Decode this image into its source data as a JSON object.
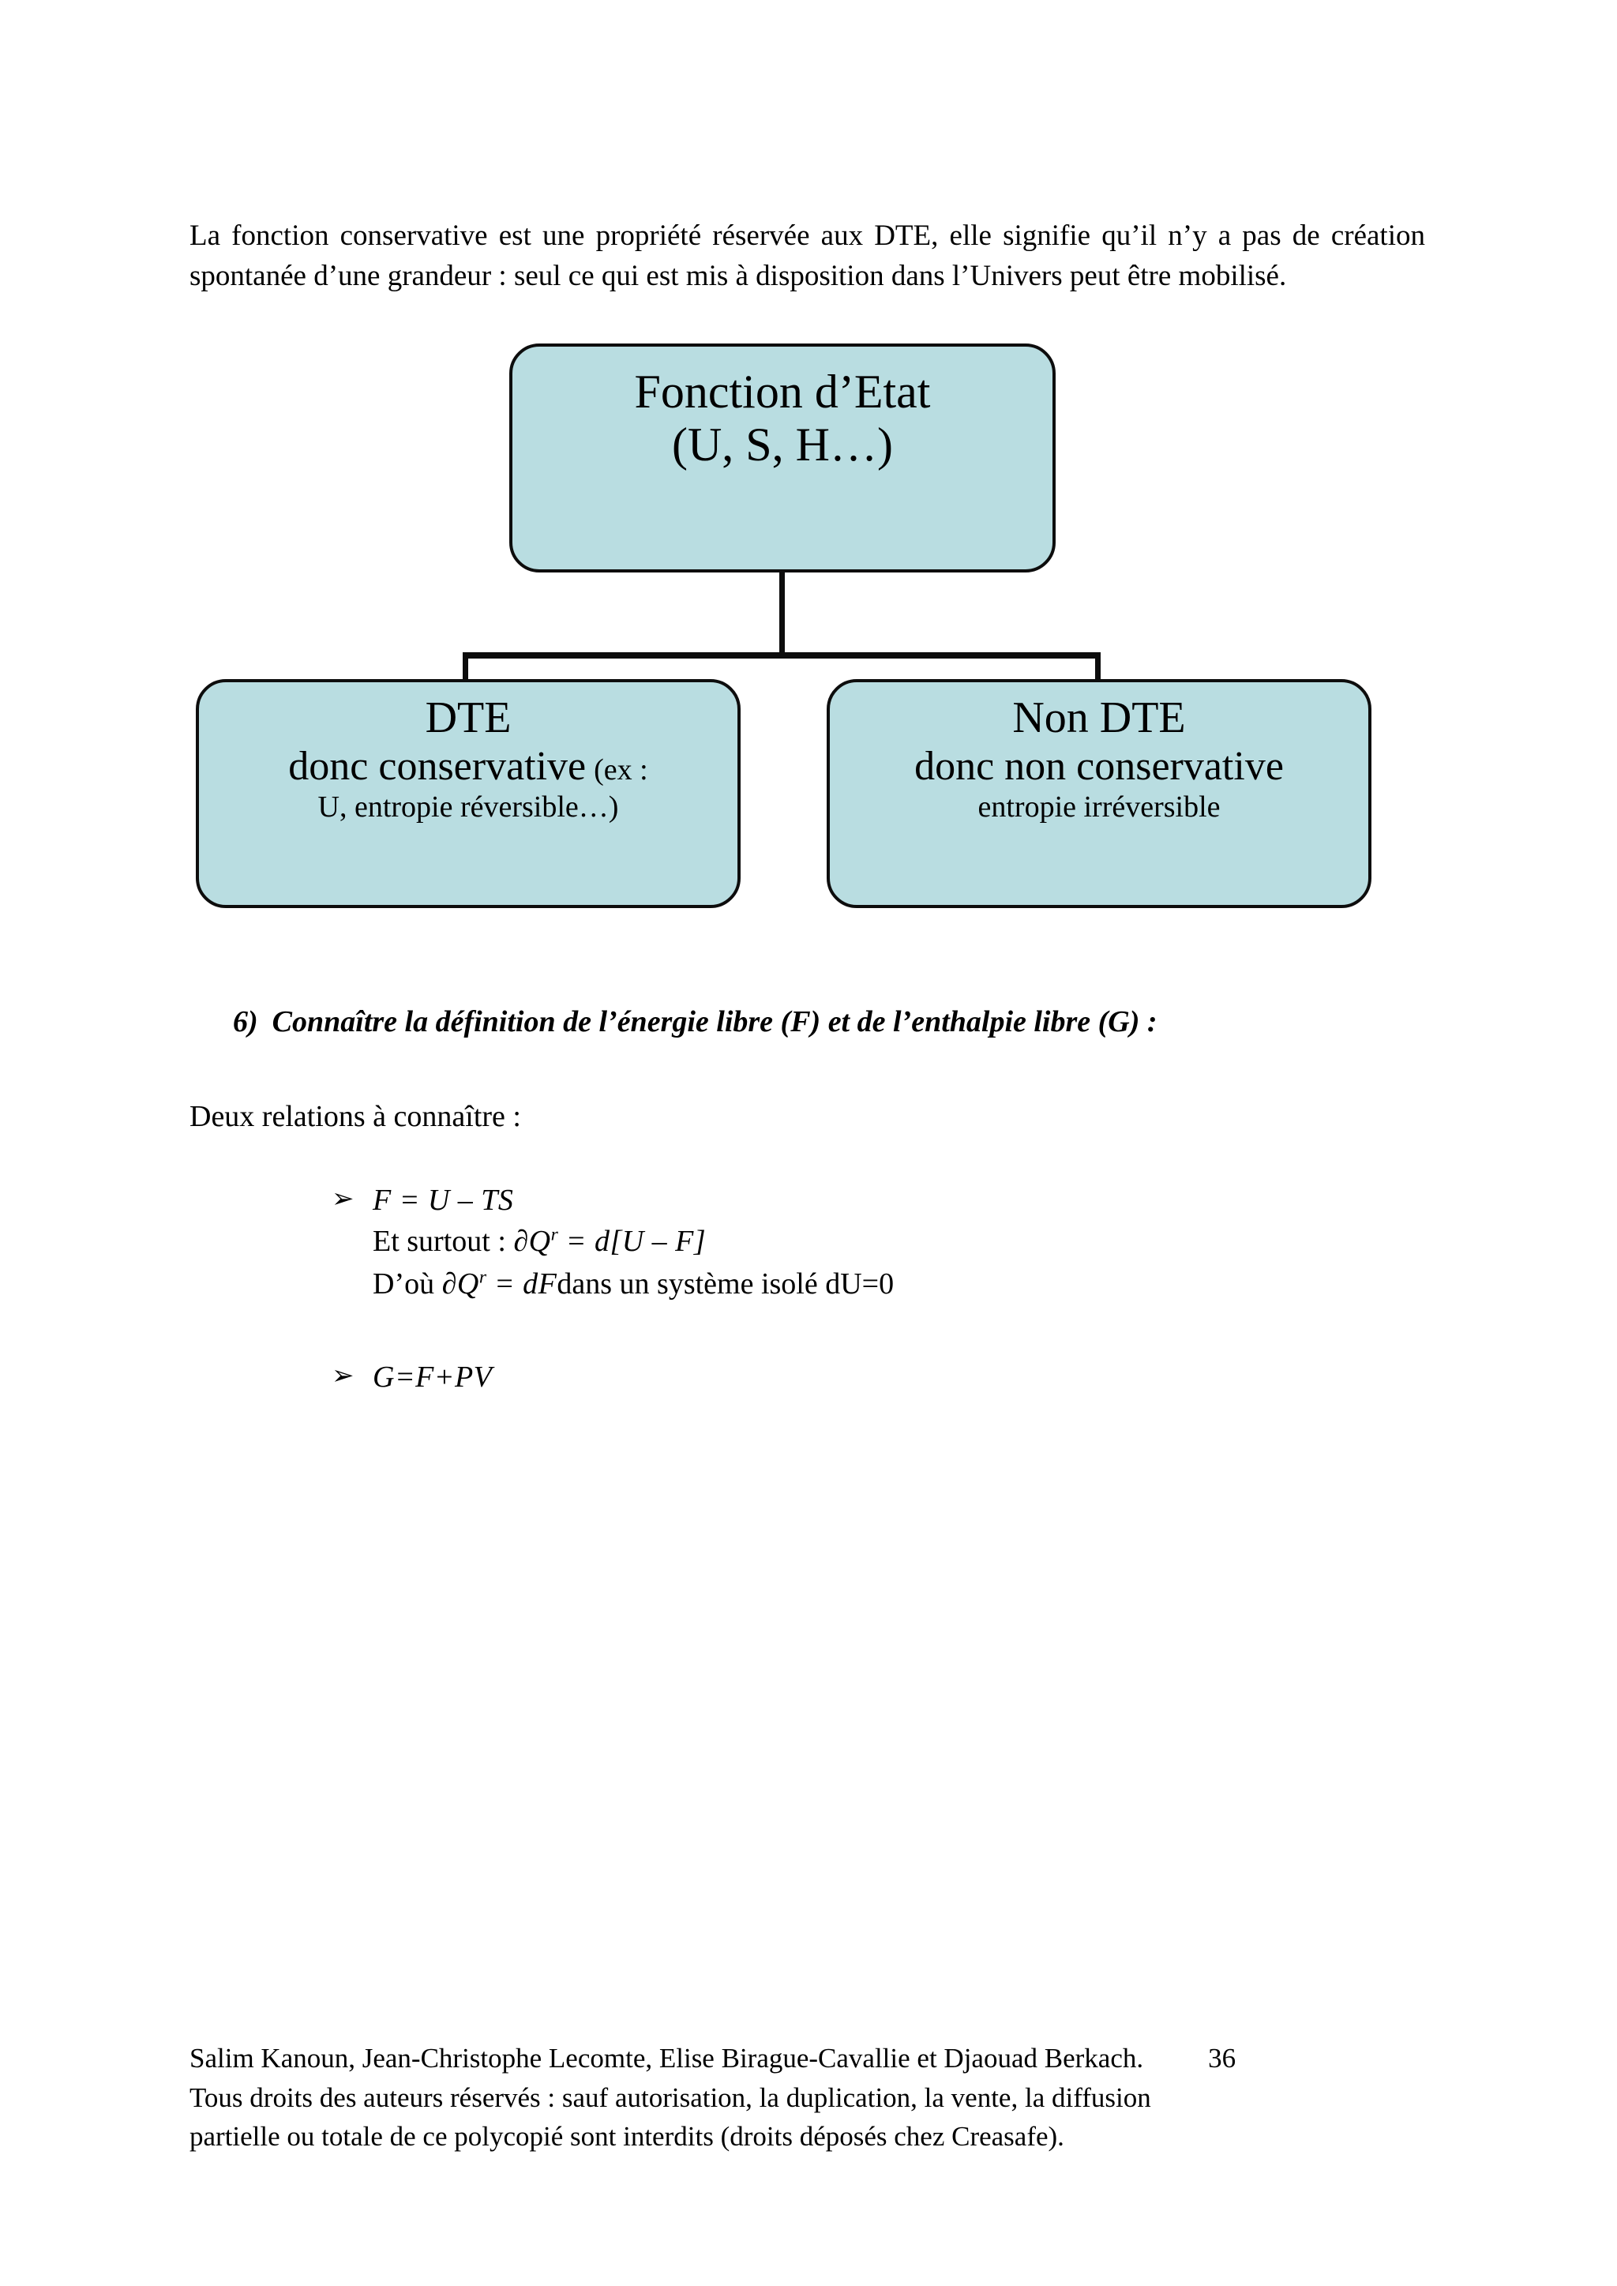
{
  "document": {
    "intro_paragraph": "La fonction conservative est une propriété réservée aux DTE, elle signifie qu’il n’y a pas de création spontanée d’une grandeur : seul ce qui est mis à disposition dans l’Univers peut être mobilisé."
  },
  "diagram": {
    "type": "tree",
    "fill_color": "#b9dde1",
    "border_color": "#0d0d0d",
    "nodes": {
      "root": {
        "line1": "Fonction d’Etat",
        "line2": "(U, S, H…)"
      },
      "left": {
        "title": "DTE",
        "subtitle": "donc conservative",
        "subtitle_note": "(ex :",
        "detail": "U, entropie réversible…)"
      },
      "right": {
        "title": "Non DTE",
        "subtitle": "donc non conservative",
        "detail": "entropie irréversible"
      }
    }
  },
  "section": {
    "number": "6)",
    "heading": "Connaître la définition de l’énergie libre (F) et de l’enthalpie libre (G) :",
    "lead": "Deux relations à connaître :",
    "bullet_glyph": "➢",
    "items": [
      {
        "formula": "F = U – TS",
        "line2_label": "Et surtout : ",
        "line2_formula_lhs": "∂Q",
        "line2_formula_sup": "r",
        "line2_formula_rhs": " = d[U – F]",
        "line3_label": "D’où ",
        "line3_formula_lhs": "∂Q",
        "line3_formula_sup": "r",
        "line3_formula_rhs": " = dF",
        "line3_tail": "dans un système isolé dU=0"
      },
      {
        "formula": "G=F+PV"
      }
    ]
  },
  "footer": {
    "authors": "Salim Kanoun, Jean-Christophe Lecomte, Elise Birague-Cavallie et Djaouad Berkach.",
    "page_number": "36",
    "rights_line1": "Tous droits des auteurs réservés : sauf autorisation, la duplication, la vente, la diffusion",
    "rights_line2": "partielle ou totale de ce polycopié sont interdits (droits déposés chez Creasafe)."
  }
}
